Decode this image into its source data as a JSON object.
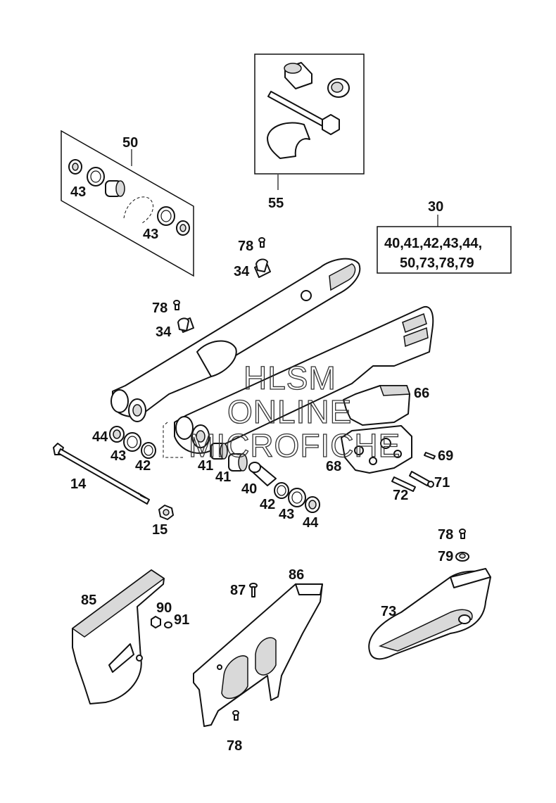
{
  "labels": {
    "l50": "50",
    "l55": "55",
    "l30": "30",
    "kit30_line1": "40,41,42,43,44,",
    "kit30_line2": "50,73,78,79",
    "l43a": "43",
    "l43b": "43",
    "l43c": "43",
    "l43d": "43",
    "l78a": "78",
    "l78b": "78",
    "l78c": "78",
    "l78d": "78",
    "l34a": "34",
    "l34b": "34",
    "l44a": "44",
    "l44b": "44",
    "l42a": "42",
    "l42b": "42",
    "l41a": "41",
    "l41b": "41",
    "l40": "40",
    "l14": "14",
    "l15": "15",
    "l66": "66",
    "l68": "68",
    "l69": "69",
    "l71": "71",
    "l72": "72",
    "l79": "79",
    "l73": "73",
    "l85": "85",
    "l86": "86",
    "l87": "87",
    "l90": "90",
    "l91": "91"
  },
  "watermark": {
    "line1": "HLSM",
    "line2": "ONLINE",
    "line3": "MICROFICHE"
  }
}
